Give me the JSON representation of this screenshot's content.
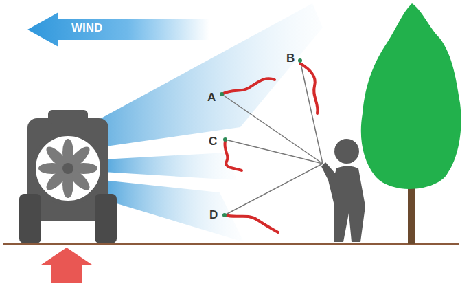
{
  "diagram": {
    "nodes": [
      {
        "text": [
          "WIND"
        ]
      }
    ],
    "labels": [
      "A",
      "B",
      "C",
      "D"
    ]
  }
}
